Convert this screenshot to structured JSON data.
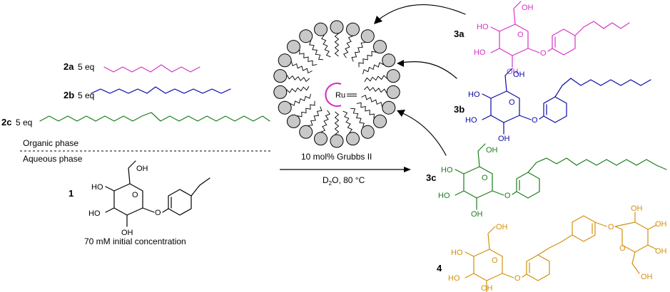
{
  "colors": {
    "magenta": "#d633c6",
    "blue": "#0a0aa8",
    "green": "#1a7d1a",
    "orange": "#d4900a",
    "black": "#000000",
    "lipid_head": "#c8c8c8"
  },
  "reagents": {
    "r2a": {
      "label": "2a",
      "text": "5 eq"
    },
    "r2b": {
      "label": "2b",
      "text": "5 eq"
    },
    "r2c": {
      "label": "2c",
      "text": "5 eq"
    }
  },
  "phases": {
    "organic": "Organic phase",
    "aqueous": "Aqueous phase"
  },
  "compound1": {
    "label": "1",
    "note": "70 mM initial concentration"
  },
  "conditions": {
    "line1": "10 mol% Grubbs II",
    "line2_prefix": "D",
    "line2_sub": "2",
    "line2_rest": "O, 80 °C"
  },
  "catalyst": {
    "metal": "Ru"
  },
  "products": {
    "p3a": {
      "label": "3a"
    },
    "p3b": {
      "label": "3b"
    },
    "p3c": {
      "label": "3c"
    },
    "p4": {
      "label": "4"
    }
  },
  "atoms": {
    "ho": "HO",
    "oh": "OH",
    "o": "O"
  }
}
